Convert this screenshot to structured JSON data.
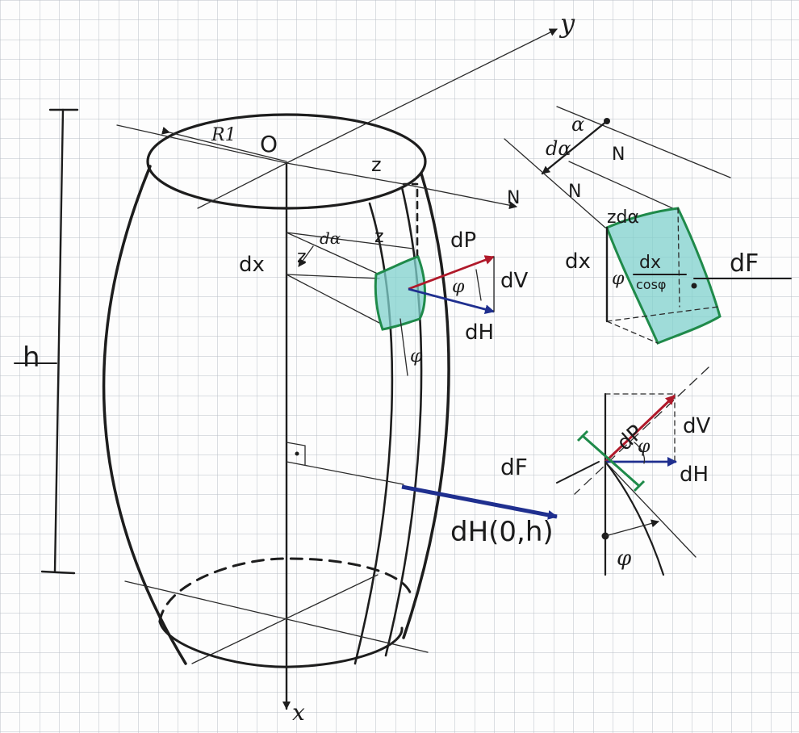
{
  "colors": {
    "grid": "#b9bfc6",
    "ink": "#1d1d1d",
    "force_red": "#b0192a",
    "force_blue": "#1f2f8f",
    "element_fill": "#7fd0cc",
    "element_edge": "#1f8a4a"
  },
  "labels": {
    "axis_y": "y",
    "axis_x": "x",
    "origin": "O",
    "radius": "R1",
    "height": "h",
    "dx": "dx",
    "d_alpha": "dα",
    "z": "z",
    "n": "N",
    "dP": "dP",
    "dV": "dV",
    "dH": "dH",
    "phi": "φ",
    "dH_bottom": "dH(0,h)",
    "dF": "dF",
    "alpha": "α",
    "z_dalpha": "zdα",
    "dx_over": "dx",
    "cos_phi": "cosφ"
  }
}
